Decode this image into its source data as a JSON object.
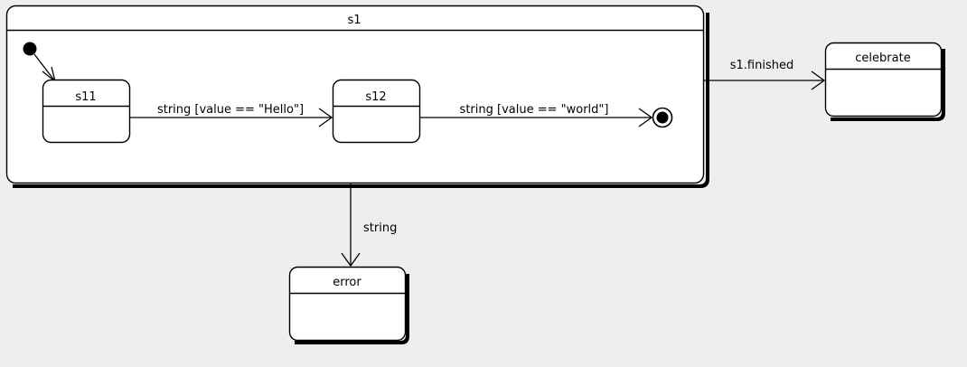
{
  "diagram": {
    "kind": "uml-state-machine",
    "background_color": "#eeeeee",
    "line_color": "#000000",
    "state_fill_color": "#ffffff"
  },
  "composite_state": {
    "name": "s1",
    "initial_pseudostate": "initial-state-dot",
    "final_pseudostate": "final-state-bullseye"
  },
  "states": {
    "s11": {
      "name": "s11"
    },
    "s12": {
      "name": "s12"
    },
    "celebrate": {
      "name": "celebrate"
    },
    "error": {
      "name": "error"
    }
  },
  "transitions": [
    {
      "id": "t1",
      "from": "initial",
      "to": "s11",
      "label": ""
    },
    {
      "id": "t2",
      "from": "s11",
      "to": "s12",
      "label": "string [value == \"Hello\"]"
    },
    {
      "id": "t3",
      "from": "s12",
      "to": "final",
      "label": "string [value == \"world\"]"
    },
    {
      "id": "t4",
      "from": "s1",
      "to": "celebrate",
      "label": "s1.finished"
    },
    {
      "id": "t5",
      "from": "s1",
      "to": "error",
      "label": "string"
    }
  ]
}
